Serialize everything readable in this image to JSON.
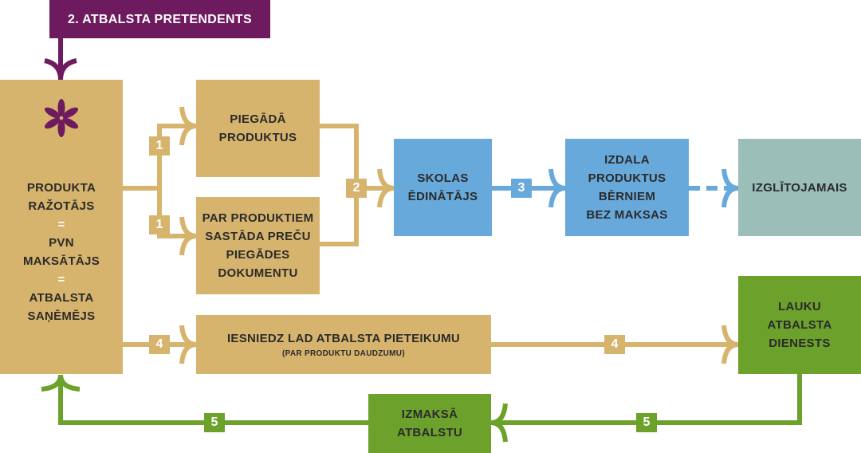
{
  "colors": {
    "tan": "#d7b46d",
    "blue": "#68a9dc",
    "teal": "#9bbeb8",
    "green": "#6ca12c",
    "purple": "#6e1a5e"
  },
  "header": {
    "label": "2. ATBALSTA PRETENDENTS"
  },
  "producer": {
    "icon": "asterisk-icon",
    "lines": [
      "PRODUKTA",
      "RAŽOTĀJS",
      "=",
      "PVN",
      "MAKSĀTĀJS",
      "=",
      "ATBALSTA",
      "SAŅĒMĒJS"
    ]
  },
  "delivers": {
    "lines": [
      "PIEGĀDĀ",
      "PRODUKTUS"
    ]
  },
  "documents": {
    "lines": [
      "PAR PRODUKTIEM",
      "SASTĀDA PREČU",
      "PIEGĀDES",
      "DOKUMENTU"
    ]
  },
  "caterer": {
    "lines": [
      "SKOLAS",
      "ĒDINĀTĀJS"
    ]
  },
  "distributes": {
    "lines": [
      "IZDALA",
      "PRODUKTUS",
      "BĒRNIEM",
      "BEZ MAKSAS"
    ]
  },
  "pupil": {
    "label": "IZGLĪTOJAMAIS"
  },
  "application": {
    "title": "IESNIEDZ LAD ATBALSTA PIETEIKUMU",
    "subtitle": "(PAR PRODUKTU DAUDZUMU)"
  },
  "service": {
    "lines": [
      "LAUKU",
      "ATBALSTA",
      "DIENESTS"
    ]
  },
  "payout": {
    "lines": [
      "IZMAKSĀ",
      "ATBALSTU"
    ]
  },
  "steps": {
    "s1a": "1",
    "s1b": "1",
    "s2": "2",
    "s3": "3",
    "s4a": "4",
    "s4b": "4",
    "s5a": "5",
    "s5b": "5"
  }
}
